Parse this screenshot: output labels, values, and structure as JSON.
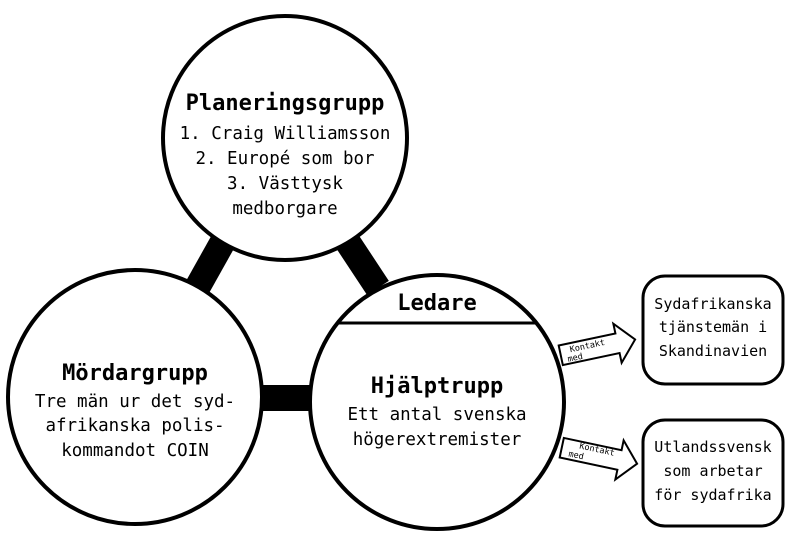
{
  "colors": {
    "stroke": "#000000",
    "fill": "#ffffff"
  },
  "planning": {
    "title": "Planeringsgrupp",
    "lines": [
      "1. Craig Williamsson",
      "2. Europé som bor",
      "3. Västtysk",
      "medborgare"
    ]
  },
  "murder": {
    "title": "Mördargrupp",
    "lines": [
      "Tre män ur det syd-",
      "afrikanska polis-",
      "kommandot COIN"
    ]
  },
  "support": {
    "leader_label": "Ledare",
    "title": "Hjälptrupp",
    "lines": [
      "Ett antal svenska",
      "högerextremister"
    ]
  },
  "arrows": [
    {
      "label_line1": "Kontakt",
      "label_line2": "med"
    },
    {
      "label_line1": "Kontakt",
      "label_line2": "med"
    }
  ],
  "boxes": [
    {
      "lines": [
        "Sydafrikanska",
        "tjänstemän i",
        "Skandinavien"
      ]
    },
    {
      "lines": [
        "Utlandssvensk",
        "som arbetar",
        "för sydafrika"
      ]
    }
  ]
}
